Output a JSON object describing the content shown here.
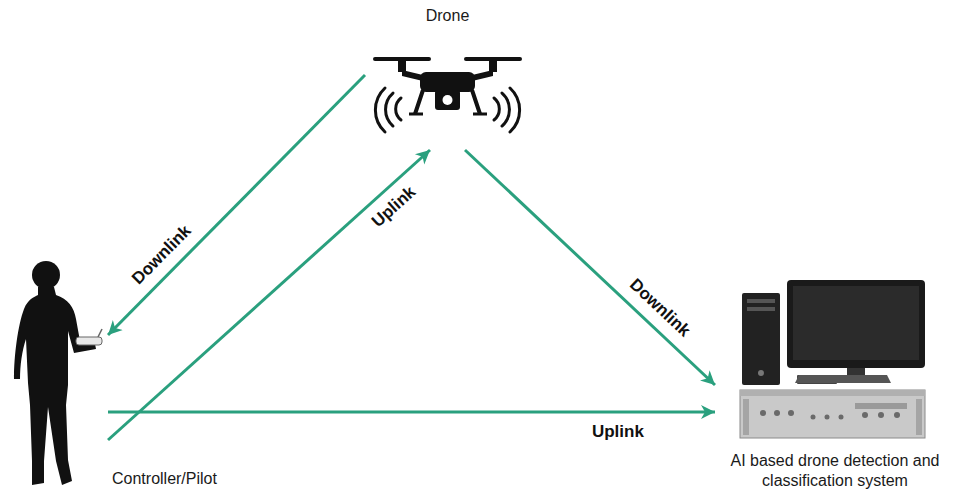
{
  "diagram": {
    "nodes": [
      {
        "text": [
          "Drone"
        ]
      },
      {
        "text": [
          "Controller/Pilot"
        ]
      },
      {
        "text": [
          "AI based drone detection and classification system"
        ]
      }
    ],
    "edges": [
      {
        "from": 0,
        "to": 1,
        "label": "Downlink",
        "arrow": "to"
      },
      {
        "from": 1,
        "to": 0,
        "label": "Uplink",
        "arrow": "to"
      },
      {
        "from": 0,
        "to": 2,
        "label": "Downlink",
        "arrow": "to"
      },
      {
        "from": 1,
        "to": 2,
        "label": "Uplink",
        "arrow": "to"
      }
    ]
  }
}
